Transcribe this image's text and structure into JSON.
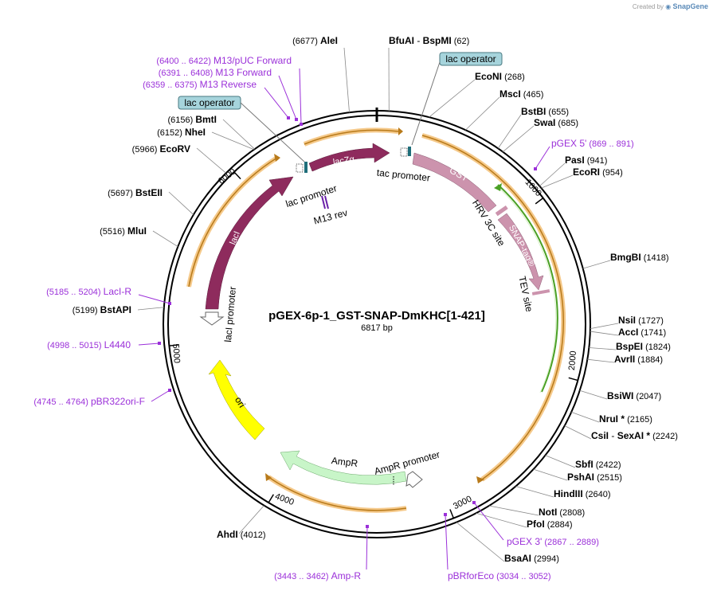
{
  "credit": {
    "prefix": "Created by",
    "brand": "SnapGene"
  },
  "plasmid": {
    "name": "pGEX-6p-1_GST-SNAP-DmKHC[1-421]",
    "length": "6817 bp"
  },
  "ruler": [
    "1000",
    "2000",
    "3000",
    "4000",
    "5000",
    "6000"
  ],
  "enzymes": [
    {
      "name": "AleI",
      "pos": "(6677)"
    },
    {
      "name": "BfuAI",
      "name2": "BspMI",
      "pos": "(62)"
    },
    {
      "name": "EcoNI",
      "pos": "(268)"
    },
    {
      "name": "MscI",
      "pos": "(465)"
    },
    {
      "name": "BstBI",
      "pos": "(655)"
    },
    {
      "name": "SwaI",
      "pos": "(685)"
    },
    {
      "name": "PasI",
      "pos": "(941)"
    },
    {
      "name": "EcoRI",
      "pos": "(954)"
    },
    {
      "name": "BmgBI",
      "pos": "(1418)"
    },
    {
      "name": "NsiI",
      "pos": "(1727)"
    },
    {
      "name": "AccI",
      "pos": "(1741)"
    },
    {
      "name": "BspEI",
      "pos": "(1824)"
    },
    {
      "name": "AvrII",
      "pos": "(1884)"
    },
    {
      "name": "BsiWI",
      "pos": "(2047)"
    },
    {
      "name": "NruI *",
      "pos": "(2165)"
    },
    {
      "name": "CsiI",
      "name2": "SexAI *",
      "pos": "(2242)"
    },
    {
      "name": "SbfI",
      "pos": "(2422)"
    },
    {
      "name": "PshAI",
      "pos": "(2515)"
    },
    {
      "name": "HindIII",
      "pos": "(2640)"
    },
    {
      "name": "NotI",
      "pos": "(2808)"
    },
    {
      "name": "PfoI",
      "pos": "(2884)"
    },
    {
      "name": "BsaAI",
      "pos": "(2994)"
    },
    {
      "name": "AhdI",
      "pos": "(4012)"
    },
    {
      "name": "MluI",
      "pos": "(5516)"
    },
    {
      "name": "BstEII",
      "pos": "(5697)"
    },
    {
      "name": "EcoRV",
      "pos": "(5966)"
    },
    {
      "name": "NheI",
      "pos": "(6152)"
    },
    {
      "name": "BmtI",
      "pos": "(6156)"
    },
    {
      "name": "BstAPI",
      "pos": "(5199)"
    }
  ],
  "primers": [
    {
      "name": "M13/pUC Forward",
      "range": "(6400 .. 6422)"
    },
    {
      "name": "M13 Forward",
      "range": "(6391 .. 6408)"
    },
    {
      "name": "M13 Reverse",
      "range": "(6359 .. 6375)"
    },
    {
      "name": "pGEX 5'",
      "range": "(869 .. 891)"
    },
    {
      "name": "LacI-R",
      "range": "(5185 .. 5204)"
    },
    {
      "name": "L4440",
      "range": "(4998 .. 5015)"
    },
    {
      "name": "pBR322ori-F",
      "range": "(4745 .. 4764)"
    },
    {
      "name": "Amp-R",
      "range": "(3443 .. 3462)"
    },
    {
      "name": "pGEX 3'",
      "range": "(2867 .. 2889)"
    },
    {
      "name": "pBRforEco",
      "range": "(3034 .. 3052)"
    }
  ],
  "operators": [
    "lac operator",
    "lac operator"
  ],
  "features": {
    "lacZa": "lacZα",
    "lac_promoter": "lac promoter",
    "tac_promoter": "tac promoter",
    "m13_rev": "M13 rev",
    "gst": "GST",
    "hrv": "HRV 3C site",
    "snap": "SNAP-tag®",
    "tev": "TEV site",
    "laci": "lacI",
    "laci_promoter": "lacI promoter",
    "ori": "ori",
    "ampr": "AmpR",
    "ampr_promoter": "AmpR promoter"
  },
  "colors": {
    "enzyme": "#000000",
    "primer": "#9b30d9",
    "orf_bg": "#f5c98a",
    "orf_line": "#b87a1a",
    "laci": "#8e2b5d",
    "gst": "#cc93ad",
    "ori": "#ffff00",
    "ampr": "#c8f5c8",
    "green_orf": "#4aa024",
    "operator_fill": "#a6d4dc"
  }
}
